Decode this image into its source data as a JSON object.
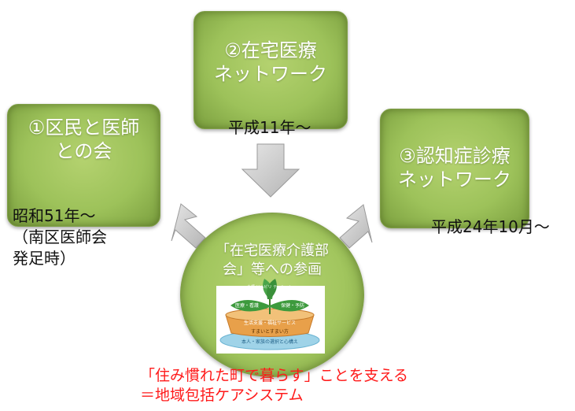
{
  "boxes": {
    "left": {
      "label": "①区民と医師\nとの会",
      "date": "昭和51年～\n（南区医師会\n発足時）"
    },
    "top": {
      "label": "②在宅医療\nネットワーク",
      "date": "平成11年～"
    },
    "right": {
      "label": "③認知症診療\nネットワーク",
      "date": "平成24年10月～"
    }
  },
  "center": {
    "label": "「在宅医療介護部\n会」等への参画",
    "image_labels": {
      "leaf_top": "介護\nリハビリ\nテーション",
      "leaf_left": "医療・看護",
      "leaf_right": "保健・予防",
      "bowl_band": "生活支援・福祉サービス",
      "bowl_base": "すまいとすまい方",
      "plate": "本人・家族の選択と心構え"
    }
  },
  "caption": {
    "line1": "「住み慣れた町で暮らす」ことを支える",
    "line2": "＝地域包括ケアシステム"
  },
  "colors": {
    "box_green": "#9dc25a",
    "arrow_gray": "#c8c8c8",
    "caption_red": "#ff1a1a"
  }
}
